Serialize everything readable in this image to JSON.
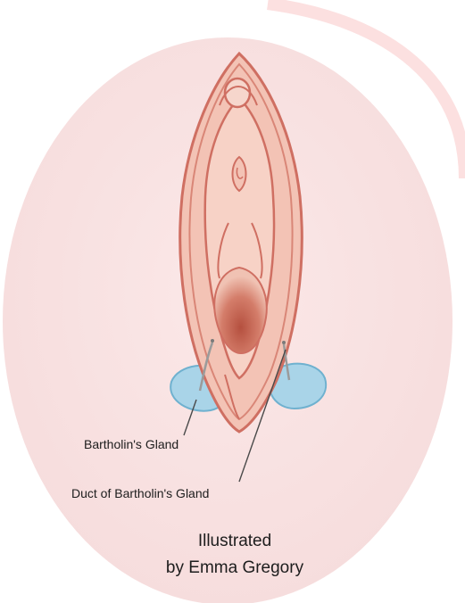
{
  "labels": {
    "gland": "Bartholin's Gland",
    "duct": "Duct of Bartholin's Gland"
  },
  "credit": {
    "line1": "Illustrated",
    "line2": "by Emma Gregory"
  },
  "colors": {
    "background_oval": "#f8e2e2",
    "outer_ring": "#fcd7d7",
    "skin_outline": "#cf6f62",
    "skin_fill": "#f3c3b5",
    "inner_fill": "#f7d2c6",
    "opening": "#c05a4a",
    "gland": "#a9d4e8",
    "gland_outline": "#6fb1cf",
    "text": "#1d1d1d"
  }
}
